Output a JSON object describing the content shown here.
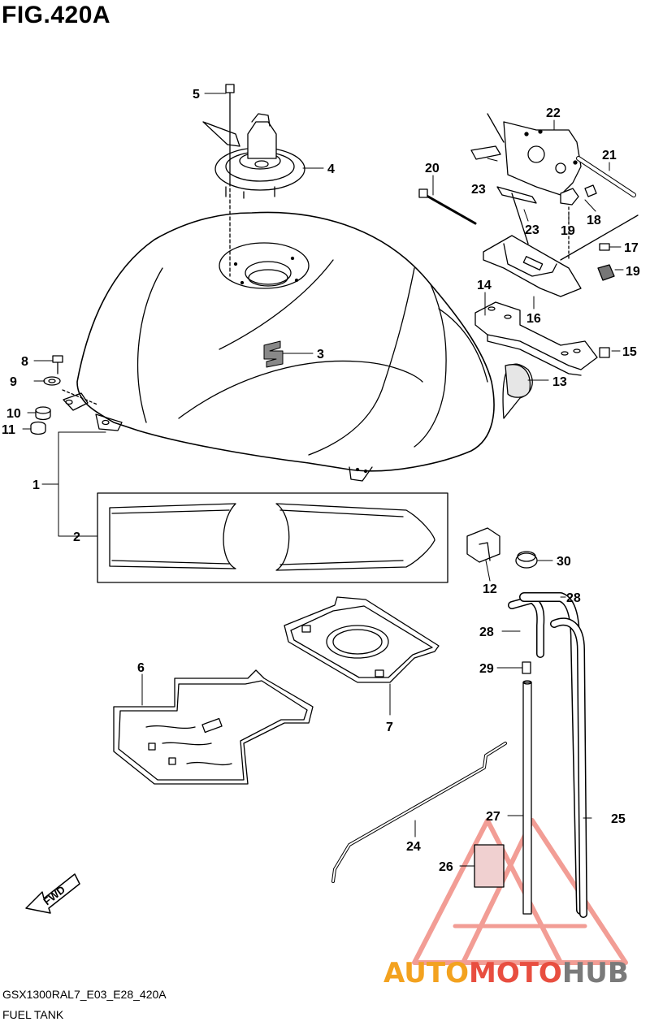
{
  "figure": {
    "title": "FIG.420A",
    "model_code": "GSX1300RAL7_E03_E28_420A",
    "caption": "FUEL TANK",
    "fwd_label": "FWD"
  },
  "watermark": {
    "part1": "AUTO",
    "part2": "MOTO",
    "part3": "HUB",
    "colors": {
      "auto": "#f3a21f",
      "moto": "#e84e40",
      "hub": "#7a7a7a",
      "triangle": "#e84e40"
    }
  },
  "callouts": [
    {
      "id": "c1",
      "text": "1"
    },
    {
      "id": "c2",
      "text": "2"
    },
    {
      "id": "c3",
      "text": "3"
    },
    {
      "id": "c4",
      "text": "4"
    },
    {
      "id": "c5",
      "text": "5"
    },
    {
      "id": "c6",
      "text": "6"
    },
    {
      "id": "c7",
      "text": "7"
    },
    {
      "id": "c8",
      "text": "8"
    },
    {
      "id": "c9",
      "text": "9"
    },
    {
      "id": "c10",
      "text": "10"
    },
    {
      "id": "c11",
      "text": "11"
    },
    {
      "id": "c12",
      "text": "12"
    },
    {
      "id": "c13",
      "text": "13"
    },
    {
      "id": "c14",
      "text": "14"
    },
    {
      "id": "c15",
      "text": "15"
    },
    {
      "id": "c16",
      "text": "16"
    },
    {
      "id": "c17",
      "text": "17"
    },
    {
      "id": "c18",
      "text": "18"
    },
    {
      "id": "c19a",
      "text": "19"
    },
    {
      "id": "c19b",
      "text": "19"
    },
    {
      "id": "c20",
      "text": "20"
    },
    {
      "id": "c21",
      "text": "21"
    },
    {
      "id": "c22",
      "text": "22"
    },
    {
      "id": "c23a",
      "text": "23"
    },
    {
      "id": "c23b",
      "text": "23"
    },
    {
      "id": "c24",
      "text": "24"
    },
    {
      "id": "c25",
      "text": "25"
    },
    {
      "id": "c26",
      "text": "26"
    },
    {
      "id": "c27",
      "text": "27"
    },
    {
      "id": "c28a",
      "text": "28"
    },
    {
      "id": "c28b",
      "text": "28"
    },
    {
      "id": "c29",
      "text": "29"
    },
    {
      "id": "c30",
      "text": "30"
    }
  ]
}
